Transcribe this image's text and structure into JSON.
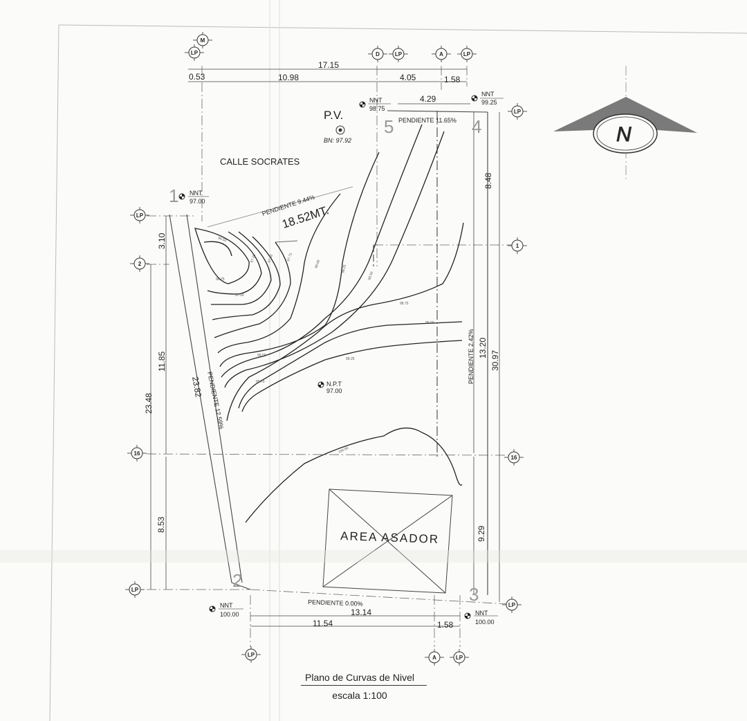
{
  "title": "Plano de Curvas de Nivel",
  "scale": "escala 1:100",
  "street": "CALLE SOCRATES",
  "pv": {
    "label": "P.V.",
    "bn": "BN: 97.92"
  },
  "npt": {
    "label": "N.P.T",
    "value": "97.00"
  },
  "area": "AREA ASADOR",
  "north": "N",
  "road_length": "18.52MT.",
  "slopes": {
    "top": "PENDIENTE 9.44%",
    "upper_right": "PENDIENTE 11.65%",
    "right": "PENDIENTE 2.42%",
    "left": "PENDIENTE 12.59%",
    "bottom": "PENDIENTE 0.00%"
  },
  "nnt": [
    {
      "label": "NNT",
      "value": "98.75"
    },
    {
      "label": "NNT",
      "value": "99.25"
    },
    {
      "label": "NNT",
      "value": "97.00"
    },
    {
      "label": "NNT",
      "value": "100.00"
    },
    {
      "label": "NNT",
      "value": "100.00"
    }
  ],
  "dims": {
    "top_total": "17.15",
    "top_a": "0.53",
    "top_b": "10.98",
    "top_c": "4.05",
    "top_d": "1.58",
    "top_e": "4.29",
    "right_a": "8.48",
    "right_b": "13.20",
    "right_c": "30.97",
    "right_d": "9.29",
    "left_a": "3.10",
    "left_b": "11.85",
    "left_c": "23.48",
    "left_d": "8.53",
    "diag": "23.82",
    "bottom_a": "13.14",
    "bottom_b": "11.54",
    "bottom_c": "1.58"
  },
  "vertices": [
    "1",
    "2",
    "3",
    "4",
    "5"
  ],
  "axes": {
    "m": "M",
    "d": "D",
    "a": "A",
    "lp": "LP",
    "one": "1",
    "two": "2",
    "sixteen": "16"
  },
  "contours": [
    "96.50",
    "96.75",
    "97.00",
    "97.25",
    "97.50",
    "97.75",
    "98.00",
    "98.25",
    "98.50",
    "98.75",
    "99.00",
    "99.25",
    "99.50",
    "99.75",
    "100.00"
  ]
}
